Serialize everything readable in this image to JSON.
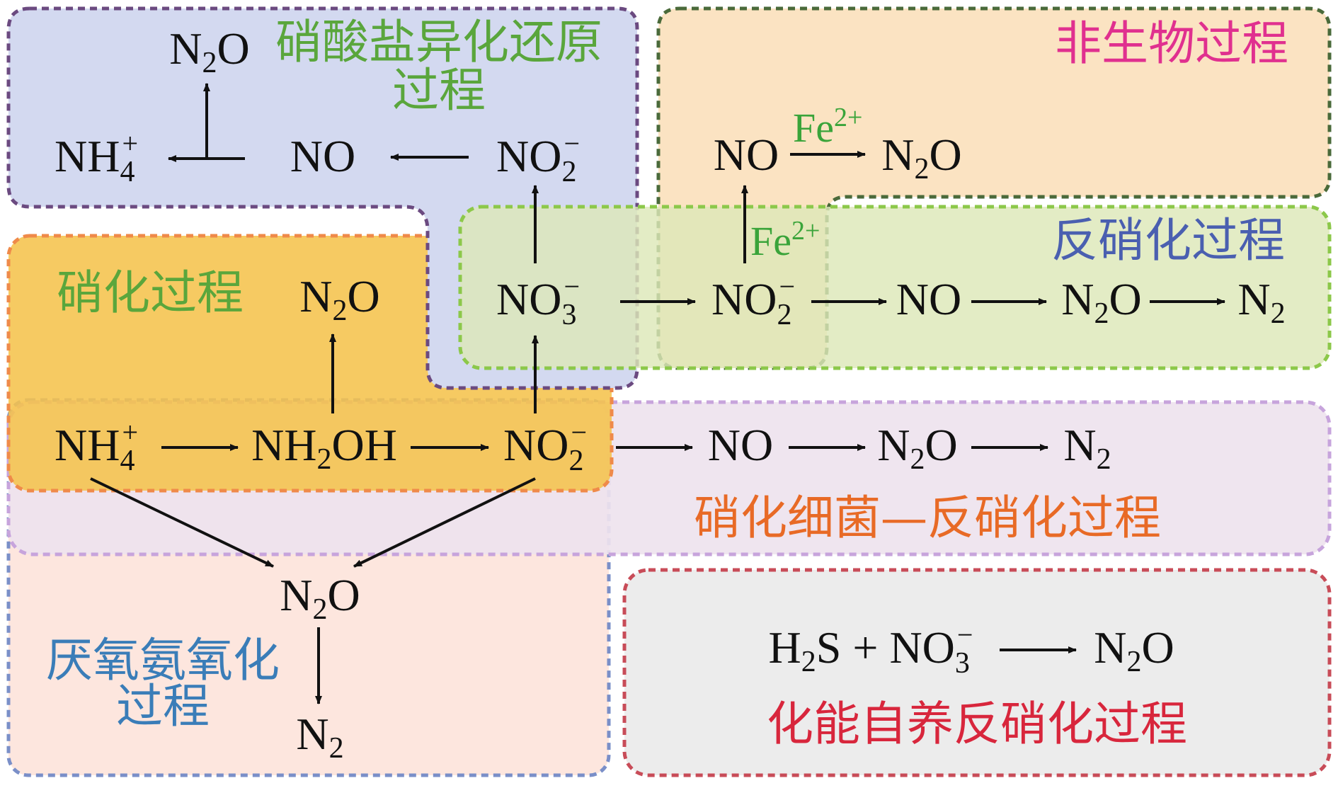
{
  "colors": {
    "dnra": "#7fb0e6",
    "abiotic": "#f7c79a",
    "nitrification": "#f2b830",
    "denitrification": "#c6e0a4",
    "nd": "#d9c8e6",
    "anammox": "#fce3da",
    "chemo": "#dcdcdc",
    "label_green": "#5aa63c",
    "label_magenta": "#e0308f",
    "label_blue": "#3a7db8",
    "label_orange": "#e86a26",
    "label_red": "#d8263c",
    "label_purple_blue": "#4a5fb0"
  },
  "labels": {
    "dnra": [
      "硝酸盐异化还原",
      "过程"
    ],
    "abiotic": "非生物过程",
    "nitrification": "硝化过程",
    "denitrification": "反硝化过程",
    "nitrifier_denitrification": "硝化细菌—反硝化过程",
    "anammox": [
      "厌氧氨氧化",
      "过程"
    ],
    "chemo": "化能自养反硝化过程"
  },
  "species": {
    "n2o": "N₂O",
    "no": "NO",
    "nh4": "NH₄⁺",
    "no2": "NO₂⁻",
    "no3": "NO₃⁻",
    "nh2oh": "NH₂OH",
    "n2": "N₂",
    "h2s_eq": "H₂S + NO₃⁻",
    "fe": "Fe²⁺"
  }
}
